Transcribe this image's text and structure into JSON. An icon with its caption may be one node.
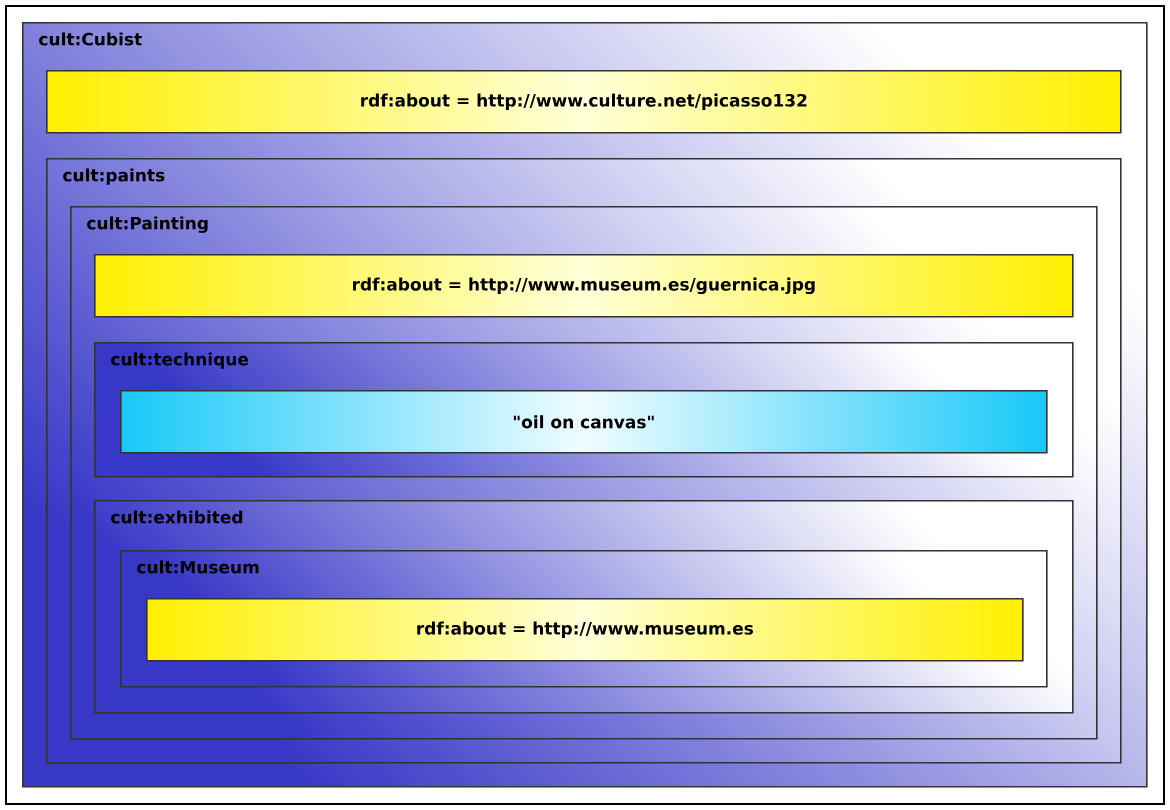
{
  "diagram": {
    "nodes": [
      {
        "text": [
          "cult:Cubist"
        ]
      },
      {
        "text": [
          "rdf:about = http://www.culture.net/picasso132"
        ],
        "in": 0
      },
      {
        "text": [
          "cult:paints"
        ],
        "in": 0
      },
      {
        "text": [
          "cult:Painting"
        ],
        "in": 2
      },
      {
        "text": [
          "rdf:about = http://www.museum.es/guernica.jpg"
        ],
        "in": 3
      },
      {
        "text": [
          "cult:technique"
        ],
        "in": 3
      },
      {
        "text": [
          "\"oil on canvas\""
        ],
        "in": 5
      },
      {
        "text": [
          "cult:exhibited"
        ],
        "in": 3
      },
      {
        "text": [
          "cult:Museum"
        ],
        "in": 7
      },
      {
        "text": [
          "rdf:about = http://www.museum.es"
        ],
        "in": 8
      }
    ]
  }
}
